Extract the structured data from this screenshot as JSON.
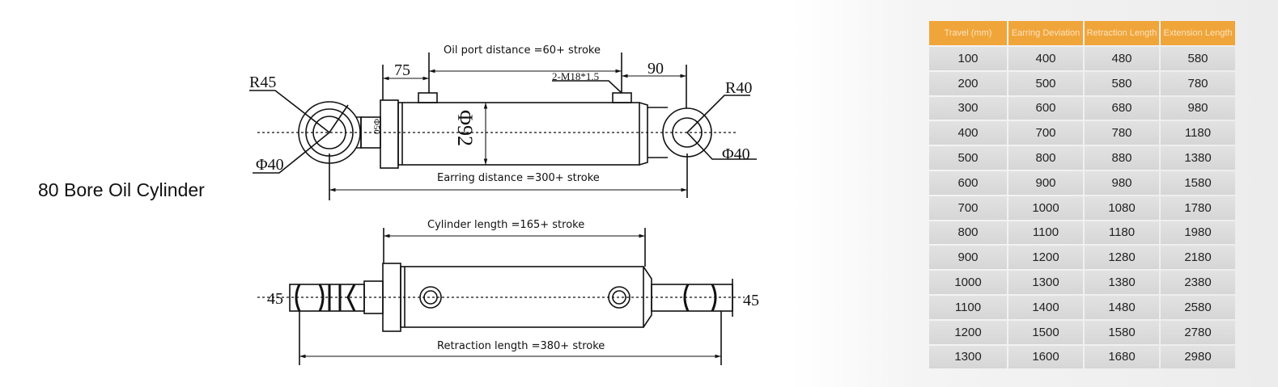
{
  "title": "80 Bore Oil Cylinder",
  "drawing": {
    "top_view": {
      "oil_port_label": "Oil port distance =60+ stroke",
      "dim_left": "75",
      "dim_right": "90",
      "port_thread": "2-M18*1.5",
      "left_eye_radius": "R45",
      "left_eye_bore": "Φ40",
      "rod_diameter": "Φ50",
      "barrel_diameter": "Φ92",
      "right_eye_radius": "R40",
      "right_eye_bore": "Φ40",
      "earring_label": "Earring distance =300+ stroke"
    },
    "bottom_view": {
      "cylinder_length_label": "Cylinder length =165+ stroke",
      "left_end": "45",
      "right_end": "45",
      "retraction_label": "Retraction length =380+ stroke"
    }
  },
  "table": {
    "header_color": "#f0a53a",
    "columns": [
      "Travel (mm)",
      "Earring Deviation",
      "Retraction Length",
      "Extension Length"
    ],
    "rows": [
      [
        "100",
        "400",
        "480",
        "580"
      ],
      [
        "200",
        "500",
        "580",
        "780"
      ],
      [
        "300",
        "600",
        "680",
        "980"
      ],
      [
        "400",
        "700",
        "780",
        "1180"
      ],
      [
        "500",
        "800",
        "880",
        "1380"
      ],
      [
        "600",
        "900",
        "980",
        "1580"
      ],
      [
        "700",
        "1000",
        "1080",
        "1780"
      ],
      [
        "800",
        "1100",
        "1180",
        "1980"
      ],
      [
        "900",
        "1200",
        "1280",
        "2180"
      ],
      [
        "1000",
        "1300",
        "1380",
        "2380"
      ],
      [
        "1100",
        "1400",
        "1480",
        "2580"
      ],
      [
        "1200",
        "1500",
        "1580",
        "2780"
      ],
      [
        "1300",
        "1600",
        "1680",
        "2980"
      ]
    ]
  }
}
